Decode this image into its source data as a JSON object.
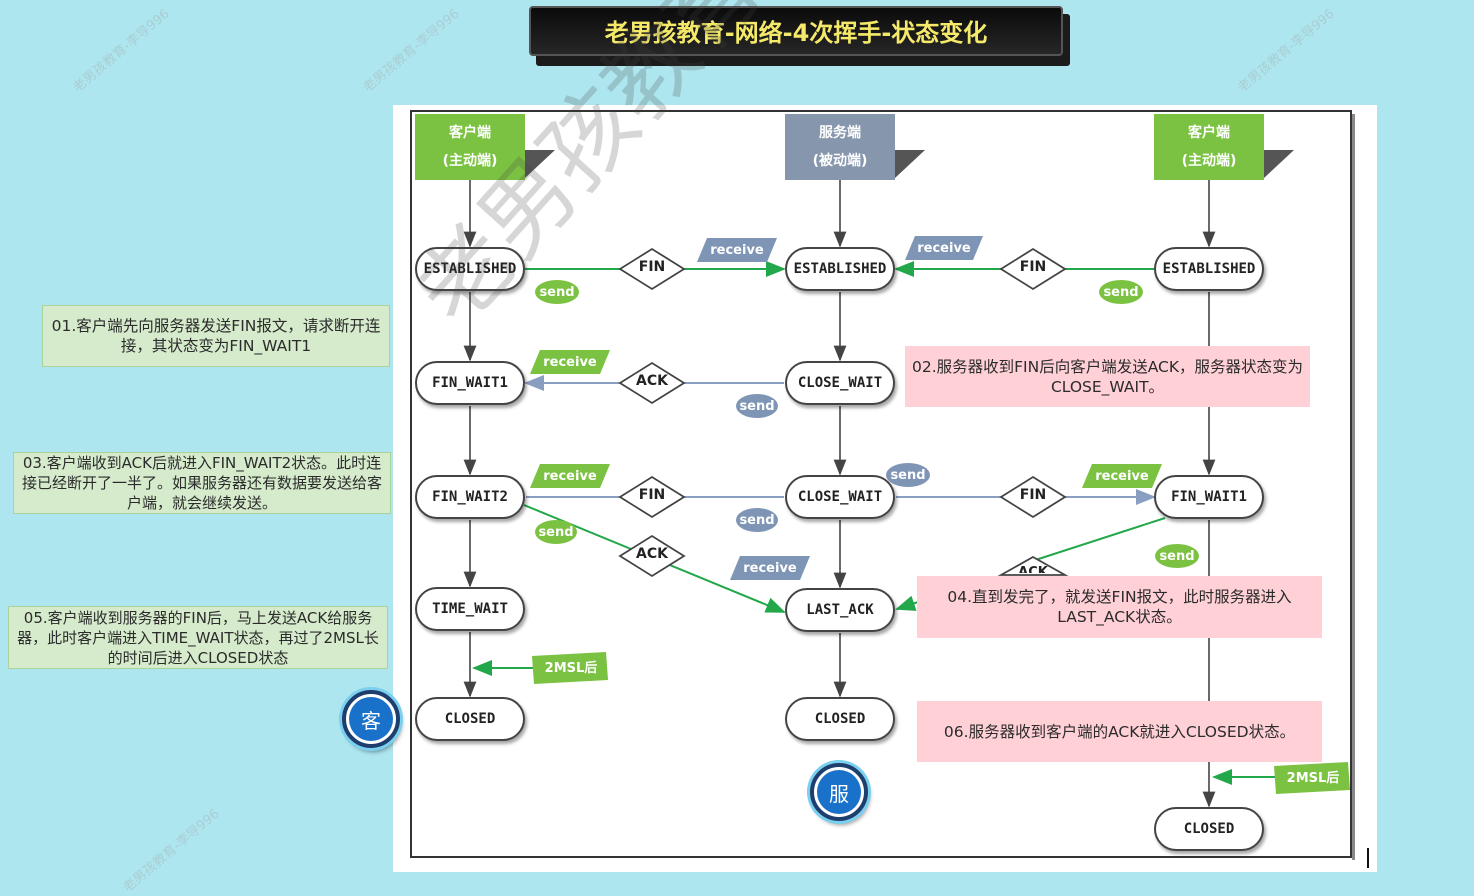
{
  "title": "老男孩教育-网络-4次挥手-状态变化",
  "headers": {
    "client_left": {
      "line1": "客户端",
      "line2": "(主动端)"
    },
    "server": {
      "line1": "服务端",
      "line2": "(被动端)"
    },
    "client_right": {
      "line1": "客户端",
      "line2": "(主动端)"
    }
  },
  "states": {
    "est": "ESTABLISHED",
    "fin_wait1": "FIN_WAIT1",
    "fin_wait2": "FIN_WAIT2",
    "close_wait": "CLOSE_WAIT",
    "time_wait": "TIME_WAIT",
    "last_ack": "LAST_ACK",
    "closed": "CLOSED"
  },
  "signals": {
    "fin": "FIN",
    "ack": "ACK",
    "ack_partial": "ACK"
  },
  "labels": {
    "send": "send",
    "receive": "receive",
    "twomsl": "2MSL后"
  },
  "notes": {
    "n01": "01.客户端先向服务器发送FIN报文，请求断开连接，其状态变为FIN_WAIT1",
    "n02": "02.服务器收到FIN后向客户端发送ACK，服务器状态变为CLOSE_WAIT。",
    "n03": "03.客户端收到ACK后就进入FIN_WAIT2状态。此时连接已经断开了一半了。如果服务器还有数据要发送给客户端，就会继续发送。",
    "n04": "04.直到发完了，就发送FIN报文，此时服务器进入LAST_ACK状态。",
    "n05": "05.客户端收到服务器的FIN后，马上发送ACK给服务器，此时客户端进入TIME_WAIT状态，再过了2MSL长的时间后进入CLOSED状态",
    "n06": "06.服务器收到客户端的ACK就进入CLOSED状态。"
  },
  "badges": {
    "client": "客",
    "server": "服"
  },
  "watermark": {
    "main": "老男孩教育王牌VIP班",
    "small": "老男孩教育-李导996"
  },
  "colors": {
    "green": "#7cc242",
    "blue_gray": "#7f95b5",
    "title_text": "#f5e96a"
  }
}
